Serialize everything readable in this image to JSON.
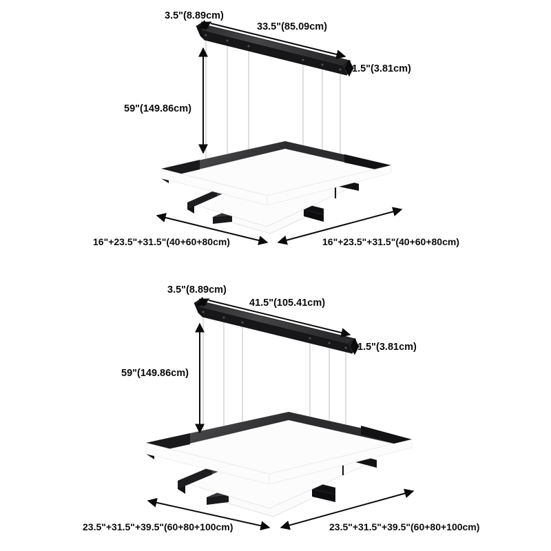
{
  "page": {
    "background": "#ffffff",
    "title": "Square Tiered LED Pendant Chandelier Dimension Diagram",
    "text_color": "#0a0a0a"
  },
  "palette": {
    "body_top_face": "#3c3c3e",
    "body_front_face": "#141415",
    "body_side_face": "#2a2a2c",
    "diffuser": "#fdfdfd",
    "inner_shadow": "#1a1a1a",
    "wire": "#c9c9c9",
    "dimension_line": "#0a0a0a"
  },
  "diagrams": [
    {
      "id": "diagram-1",
      "name": "size-variant-small",
      "canopy_width_label": "33.5\"(85.09cm)",
      "canopy_depth_label": "3.5\"(8.89cm)",
      "canopy_height_label": "1.5\"(3.81cm)",
      "drop_height_label": "59\"(149.86cm)",
      "width_label_left": "16\"+23.5\"+31.5\"(40+60+80cm)",
      "width_label_right": "16\"+23.5\"+31.5\"(40+60+80cm)",
      "tiers": [
        {
          "name": "outer-ring",
          "size_in": "31.5",
          "size_cm": "80"
        },
        {
          "name": "middle-ring",
          "size_in": "23.5",
          "size_cm": "60"
        },
        {
          "name": "inner-ring",
          "size_in": "16",
          "size_cm": "40"
        }
      ],
      "wire_count": 6
    },
    {
      "id": "diagram-2",
      "name": "size-variant-large",
      "canopy_width_label": "41.5\"(105.41cm)",
      "canopy_depth_label": "3.5\"(8.89cm)",
      "canopy_height_label": "1.5\"(3.81cm)",
      "drop_height_label": "59\"(149.86cm)",
      "width_label_left": "23.5\"+31.5\"+39.5\"(60+80+100cm)",
      "width_label_right": "23.5\"+31.5\"+39.5\"(60+80+100cm)",
      "tiers": [
        {
          "name": "outer-ring",
          "size_in": "39.5",
          "size_cm": "100"
        },
        {
          "name": "middle-ring",
          "size_in": "31.5",
          "size_cm": "80"
        },
        {
          "name": "inner-ring",
          "size_in": "23.5",
          "size_cm": "60"
        }
      ],
      "wire_count": 6
    }
  ]
}
